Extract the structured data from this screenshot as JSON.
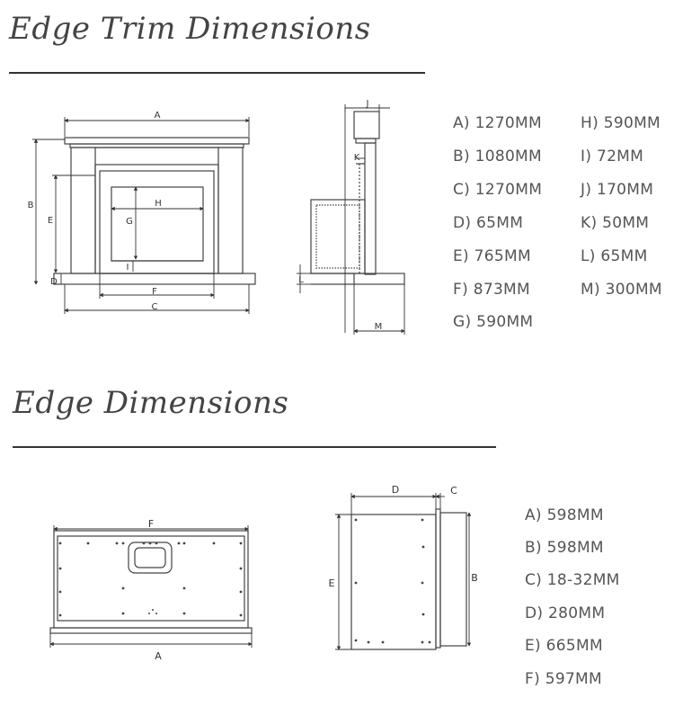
{
  "sections": [
    {
      "title": "Edge Trim Dimensions",
      "specs_col1": [
        "A) 1270MM",
        "B) 1080MM",
        "C) 1270MM",
        "D) 65MM",
        "E) 765MM",
        "F) 873MM",
        "G) 590MM"
      ],
      "specs_col2": [
        "H) 590MM",
        "I) 72MM",
        "J) 170MM",
        "K) 50MM",
        "L) 65MM",
        "M) 300MM"
      ],
      "labels": {
        "A": "A",
        "B": "B",
        "C": "C",
        "D": "D",
        "E": "E",
        "F": "F",
        "G": "G",
        "H": "H",
        "I": "I",
        "J": "J",
        "K": "K",
        "L": "L",
        "M": "M"
      }
    },
    {
      "title": "Edge Dimensions",
      "specs": [
        "A) 598MM",
        "B) 598MM",
        "C) 18-32MM",
        "D) 280MM",
        "E) 665MM",
        "F) 597MM"
      ],
      "labels": {
        "A": "A",
        "B": "B",
        "C": "C",
        "D": "D",
        "E": "E",
        "F": "F"
      }
    }
  ]
}
